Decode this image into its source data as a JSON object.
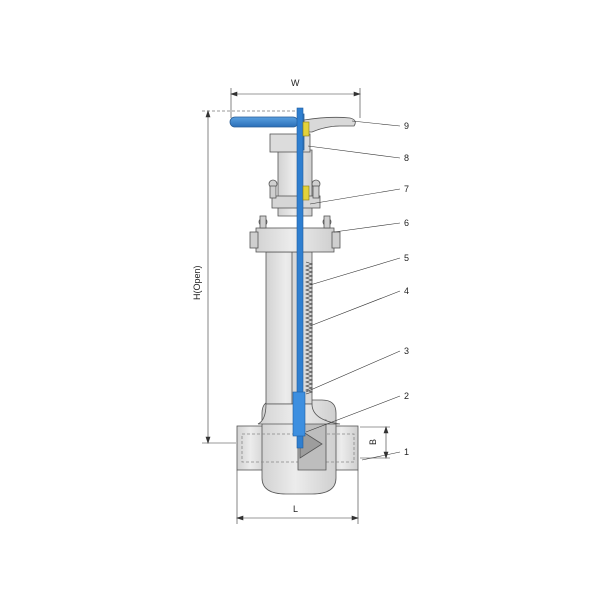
{
  "dimensions": {
    "width_label": "W",
    "height_label": "H(Open)",
    "length_label": "L",
    "bore_label": "B"
  },
  "callouts": [
    "1",
    "2",
    "3",
    "4",
    "5",
    "6",
    "7",
    "8",
    "9"
  ],
  "colors": {
    "body": "#e6e6e6",
    "body_shade": "#c9c9c9",
    "outline": "#555555",
    "stem": "#2f7fd0",
    "handle": "#3a82c8",
    "packing": "#e3d23a",
    "spring": "#2a2a2a"
  }
}
